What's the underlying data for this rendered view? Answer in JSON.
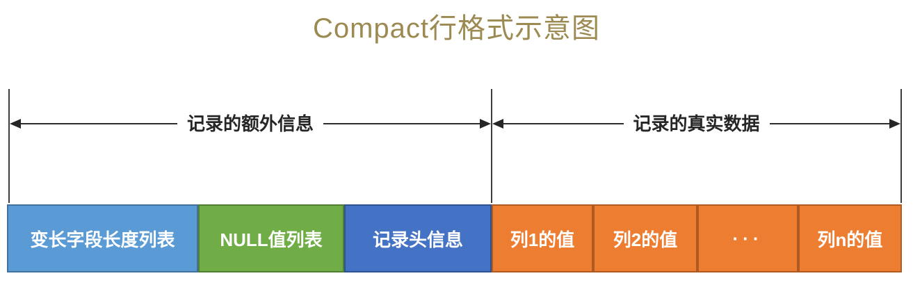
{
  "title": "Compact行格式示意图",
  "colors": {
    "background": "#ffffff",
    "title_text": "#9c8a52",
    "dimension_lines": "#2d2d2d",
    "dimension_text": "#262626",
    "cell_text": "#ffffff",
    "light_blue_fill": "#5b9bd5",
    "light_blue_border": "#41719c",
    "green_fill": "#70ad47",
    "green_border": "#507e32",
    "dark_blue_fill": "#4472c4",
    "dark_blue_border": "#2f528f",
    "orange_fill": "#ed7d31",
    "orange_border": "#ae5a21"
  },
  "dimensions": {
    "left_label": "记录的额外信息",
    "right_label": "记录的真实数据"
  },
  "row": {
    "cells": [
      {
        "label": "变长字段长度列表",
        "fill": "#5b9bd5",
        "border": "#41719c"
      },
      {
        "label": "NULL值列表",
        "fill": "#70ad47",
        "border": "#507e32"
      },
      {
        "label": "记录头信息",
        "fill": "#4472c4",
        "border": "#2f528f"
      },
      {
        "label": "列1的值",
        "fill": "#ed7d31",
        "border": "#ae5a21"
      },
      {
        "label": "列2的值",
        "fill": "#ed7d31",
        "border": "#ae5a21"
      },
      {
        "label": "···",
        "fill": "#ed7d31",
        "border": "#ae5a21"
      },
      {
        "label": "列n的值",
        "fill": "#ed7d31",
        "border": "#ae5a21"
      }
    ]
  }
}
